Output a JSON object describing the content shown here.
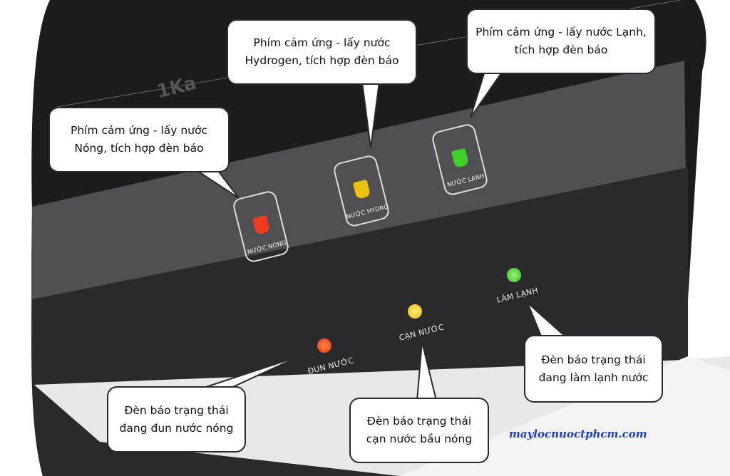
{
  "logo": "1Ka",
  "keys": [
    {
      "label": "NƯỚC NÓNG",
      "color": "#f03a1e"
    },
    {
      "label": "NƯỚC HYDRO",
      "color": "#e8c20e"
    },
    {
      "label": "NƯỚC LẠNH",
      "color": "#3fcf2a"
    }
  ],
  "indicators": [
    {
      "label": "ĐUN NƯỚC",
      "color": "#f0381c"
    },
    {
      "label": "CẠN NƯỚC",
      "color": "#f5c312"
    },
    {
      "label": "LÀM LẠNH",
      "color": "#44cc2c"
    }
  ],
  "callouts": [
    {
      "line1": "Phím cảm ứng - lấy nước",
      "line2": "Nóng, tích hợp đèn báo"
    },
    {
      "line1": "Phím cảm ứng - lấy nước",
      "line2": "Hydrogen, tích hợp đèn báo"
    },
    {
      "line1": "Phím cảm ứng - lấy nước Lạnh,",
      "line2": "tích hợp đèn báo"
    },
    {
      "line1": "Đèn báo trạng thái",
      "line2": "đang làm lạnh nước"
    },
    {
      "line1": "Đèn báo trạng thái",
      "line2": "đang đun nước nóng"
    },
    {
      "line1": "Đèn báo trạng thái",
      "line2": "cạn nước bầu nóng"
    }
  ],
  "watermark": "maylocnuoctphcm.com"
}
